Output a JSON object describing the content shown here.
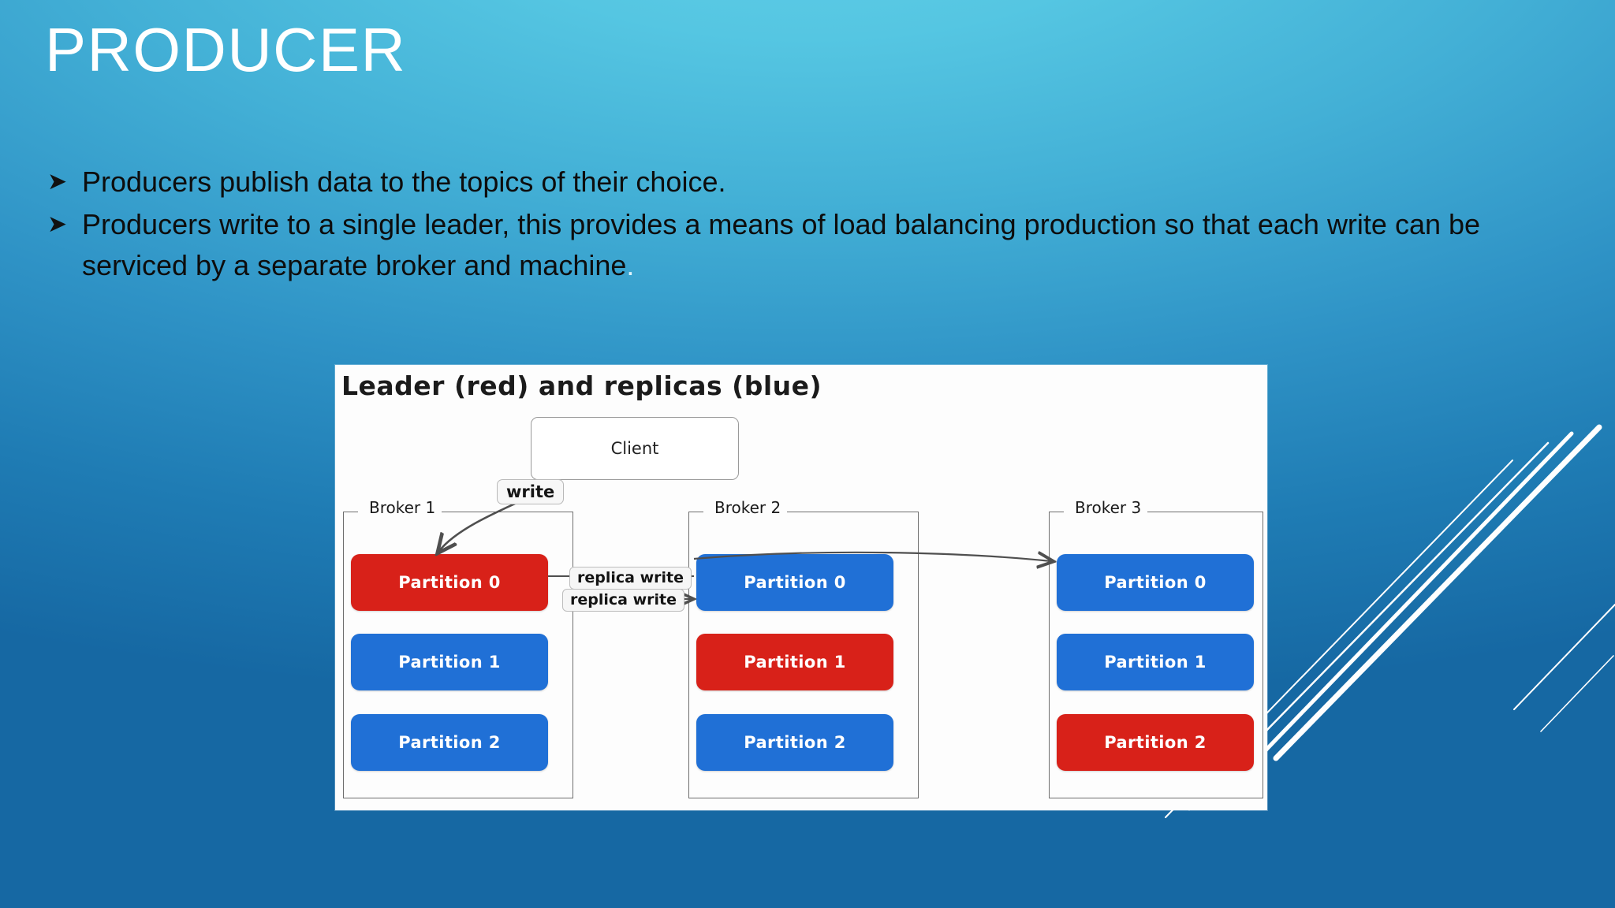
{
  "slide": {
    "title": "PRODUCER",
    "background_top_color": "#5cc9e4",
    "background_bottom_color": "#1668a3",
    "title_color": "#ffffff"
  },
  "bullets": {
    "marker": "➤",
    "items": [
      {
        "text": "Producers publish data to the topics of their choice."
      },
      {
        "text": "Producers write to a single leader, this provides a means of load balancing production so that each write can be serviced by a separate broker and machine",
        "tail": "."
      }
    ]
  },
  "diagram": {
    "title": "Leader (red) and replicas (blue)",
    "client_label": "Client",
    "write_label": "write",
    "replica_labels": [
      "replica write",
      "replica write"
    ],
    "leader_color": "#d82119",
    "replica_color": "#2070d6",
    "panel_background": "#fdfdfd",
    "brokers": [
      {
        "label": "Broker 1",
        "partitions": [
          {
            "label": "Partition 0",
            "role": "leader"
          },
          {
            "label": "Partition 1",
            "role": "replica"
          },
          {
            "label": "Partition 2",
            "role": "replica"
          }
        ]
      },
      {
        "label": "Broker 2",
        "partitions": [
          {
            "label": "Partition 0",
            "role": "replica"
          },
          {
            "label": "Partition 1",
            "role": "leader"
          },
          {
            "label": "Partition 2",
            "role": "replica"
          }
        ]
      },
      {
        "label": "Broker 3",
        "partitions": [
          {
            "label": "Partition 0",
            "role": "replica"
          },
          {
            "label": "Partition 1",
            "role": "replica"
          },
          {
            "label": "Partition 2",
            "role": "leader"
          }
        ]
      }
    ]
  }
}
